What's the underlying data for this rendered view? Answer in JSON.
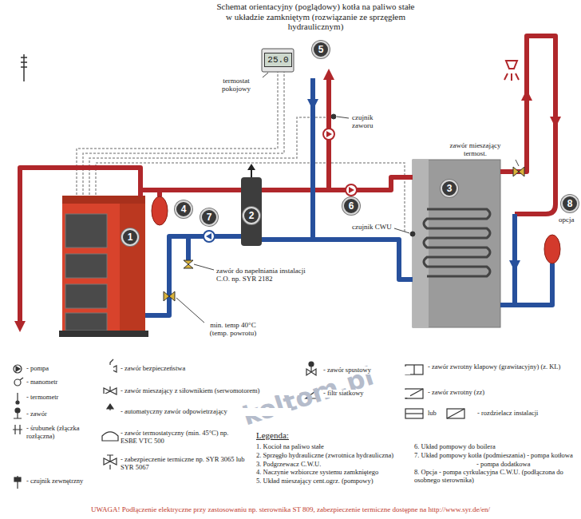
{
  "diagram": {
    "title": "Schemat orientacyjny (poglądowy) kotła na paliwo stałe w układzie zamkniętym (rozwiązanie ze sprzęgłem hydraulicznym)",
    "nodes": [
      {
        "text": [
          "25.0"
        ]
      },
      {
        "text": [
          "5"
        ]
      },
      {
        "text": [
          "3"
        ]
      },
      {
        "text": [
          "6"
        ]
      },
      {
        "text": [
          "8"
        ]
      },
      {
        "text": [
          "4"
        ]
      },
      {
        "text": [
          "2"
        ]
      },
      {
        "text": [
          "1"
        ]
      },
      {
        "text": [
          "7"
        ]
      }
    ],
    "labels": [
      "termostat pokojowy",
      "czujnik zaworu",
      "zawór mieszający termost.",
      "czujnik CWU",
      "opcja",
      "zawór do napełniania instalacji C.O. np. SYR 2182",
      "min. temp 40°C (temp. powrotu)",
      "lub",
      "Legenda:",
      "1. Kocioł na paliwo stałe",
      "2. Sprzęgło hydrauliczne (zwrotnica hydrauliczna)",
      "3. Podgrzewacz C.W.U.",
      "4. Naczynie wzbiorcze systemu zamkniętego",
      "5. Układ mieszający cent.ogrz. (pompowy)",
      "6. Układ pompowy do boilera",
      "7. Układ pompowy kotła (podmieszania) - pompa kotłowa",
      "- pompa dodatkowa",
      "8. Opcja - pompa cyrkulacyjna C.W.U. (podłączona do osobnego sterownika)",
      "UWAGA! Podłączenie elektryczne przy zastosowaniu np. sterownika ST 809, zabezpieczenie termiczne dostępne na http://www.syr.de/en/",
      "koltom.pl"
    ],
    "legend": [
      {
        "text": "- pompa"
      },
      {
        "text": "- manometr"
      },
      {
        "text": "- termometr"
      },
      {
        "text": "- zawór"
      },
      {
        "text": "- śrubunek (złączka rozłączna)"
      },
      {
        "text": "- czujnik zewnętrzny"
      },
      {
        "text": "- zawór bezpieczeństwa"
      },
      {
        "text": "- zawór mieszający z siłownikiem (serwomotorem)"
      },
      {
        "text": "- automatyczny zawór odpowietrzający"
      },
      {
        "text": "- zawór termostatyczny (min. 45°C) np. ESBE VTC 500"
      },
      {
        "text": "- zabezpieczenie termiczne np. SYR 3065 lub SYR 5067"
      },
      {
        "text": "- zawór spustowy"
      },
      {
        "text": "- filtr siatkowy"
      },
      {
        "text": "- zawór zwrotny klapowy (grawitacyjny) (z. KL)"
      },
      {
        "text": "- zawór zwrotny (zz)"
      },
      {
        "text": "- rozdzielacz instalacji"
      }
    ]
  }
}
